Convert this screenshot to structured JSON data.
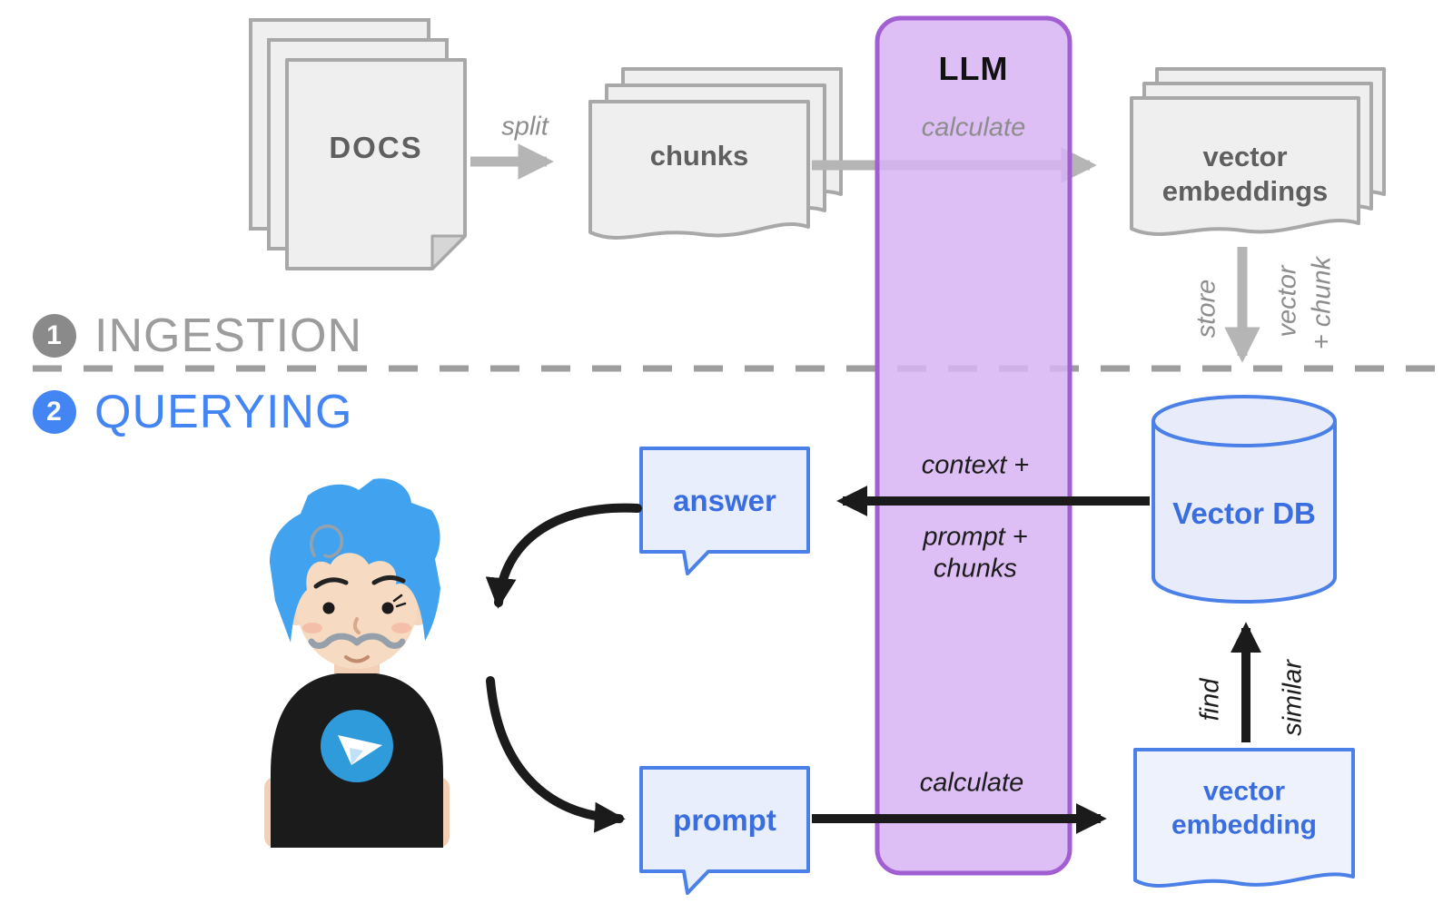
{
  "diagram": {
    "sections": {
      "ingestion_num": "1",
      "ingestion": "INGESTION",
      "querying_num": "2",
      "querying": "QUERYING"
    },
    "nodes": {
      "docs": "DOCS",
      "chunks": "chunks",
      "vector_embeddings": "vector\nembeddings",
      "llm": "LLM",
      "vector_db": "Vector DB",
      "answer": "answer",
      "prompt": "prompt",
      "vector_embedding": "vector\nembedding"
    },
    "labels": {
      "split": "split",
      "calculate_top": "calculate",
      "store": "store",
      "vector_col": "vector",
      "chunk_col": "+ chunk",
      "context_plus": "context +",
      "prompt_plus_chunks": "prompt +\nchunks",
      "calculate_bottom": "calculate",
      "find": "find",
      "similar": "similar"
    },
    "colors": {
      "purple_fill": "#d7b3f3",
      "purple_border": "#a15fd2",
      "gray_shape": "#a8a8a8",
      "gray_arrow": "#b5b5b5",
      "gray_text": "#8d8d8d",
      "blue_accent": "#4a80e8",
      "blue_text": "#3a6ee0",
      "black": "#1b1b1b"
    }
  }
}
